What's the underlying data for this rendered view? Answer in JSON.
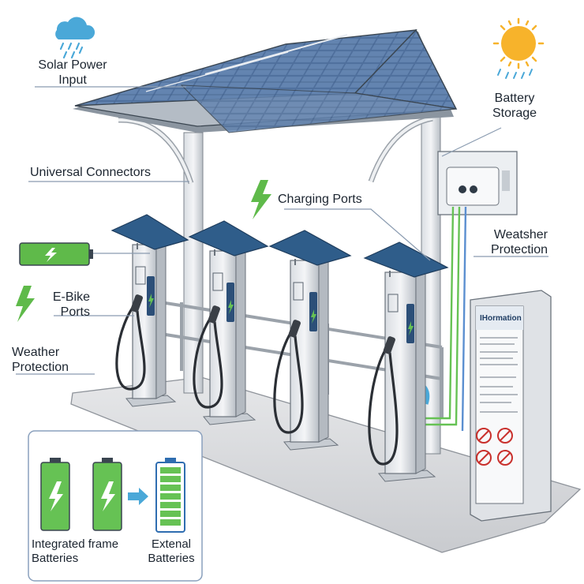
{
  "labels": {
    "solar_power_input": [
      "Solar Power",
      "Input"
    ],
    "battery_storage": [
      "Battery",
      "Storage"
    ],
    "universal_connectors": "Universal Connectors",
    "charging_ports": "Charging Ports",
    "weather_protection_right": [
      "Weatsher",
      "Protection"
    ],
    "ebike_ports": [
      "E-Bike",
      "Ports"
    ],
    "weather_protection_left": [
      "Weather",
      "Protection"
    ]
  },
  "kiosk": {
    "header": "IHormation"
  },
  "inset": {
    "integrated_label": [
      "Integrated frame",
      "Batteries"
    ],
    "external_label": [
      "Extenal",
      "Batteries"
    ]
  },
  "colors": {
    "accent_green": "#5fba4a",
    "accent_blue": "#2f5d8a",
    "panel_blue": "#4d6f9a",
    "sun_yellow": "#f7b32b",
    "rain_blue": "#4aa8d8",
    "cable_green": "#66c254",
    "outline": "#3a4550"
  },
  "icons": [
    "cloud-rain-icon",
    "sun-icon",
    "battery-icon",
    "lightning-bolt-icon"
  ]
}
